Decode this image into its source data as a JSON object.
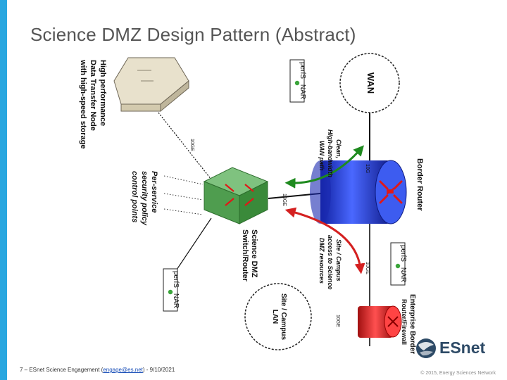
{
  "slide": {
    "title": "Science DMZ Design Pattern (Abstract)",
    "footer": {
      "prefix": "7 – ESnet Science Engagement (",
      "email": "engage@es.net",
      "suffix": ") - 9/10/2021",
      "copyright": "© 2015, Energy Sciences Network"
    },
    "logo_text": "ESnet"
  },
  "diagram": {
    "wan_label": "WAN",
    "border_router_label": "Border Router",
    "enterprise_label_1": "Enterprise Border",
    "enterprise_label_2": "Router/Firewall",
    "lan_label_1": "Site / Campus",
    "lan_label_2": "LAN",
    "dmz_label_1": "Science DMZ",
    "dmz_label_2": "Switch/Router",
    "dtn_label_1": "High performance",
    "dtn_label_2": "Data Transfer Node",
    "dtn_label_3": "with high-speed storage",
    "policy_label_1": "Per-service",
    "policy_label_2": "security policy",
    "policy_label_3": "control points",
    "clean_label_1": "Clean,",
    "clean_label_2": "High-bandwidth",
    "clean_label_3": "WAN path",
    "access_label_1": "Site / Campus",
    "access_label_2": "access to Science",
    "access_label_3": "DMZ resources",
    "perfsonar_pre": "perfS",
    "perfsonar_post": "NAR",
    "link_10g": "10G",
    "link_10ge": "10GE",
    "colors": {
      "wan_link": "#111111",
      "clean_arrow": "#1e8a1e",
      "access_arrow": "#d42020",
      "border_router": "#2a3fd0",
      "enterprise_router": "#e0262b",
      "dmz_switch": "#4f9d4f",
      "perfsonar_dot": "#3aa53a",
      "accent_bar": "#2aa7e0"
    },
    "icons": [
      "wan-cloud-icon",
      "lan-cloud-icon",
      "border-router-icon",
      "enterprise-router-icon",
      "dmz-switch-icon",
      "dtn-server-icon",
      "perfsonar-icon",
      "esnet-globe-icon"
    ]
  }
}
